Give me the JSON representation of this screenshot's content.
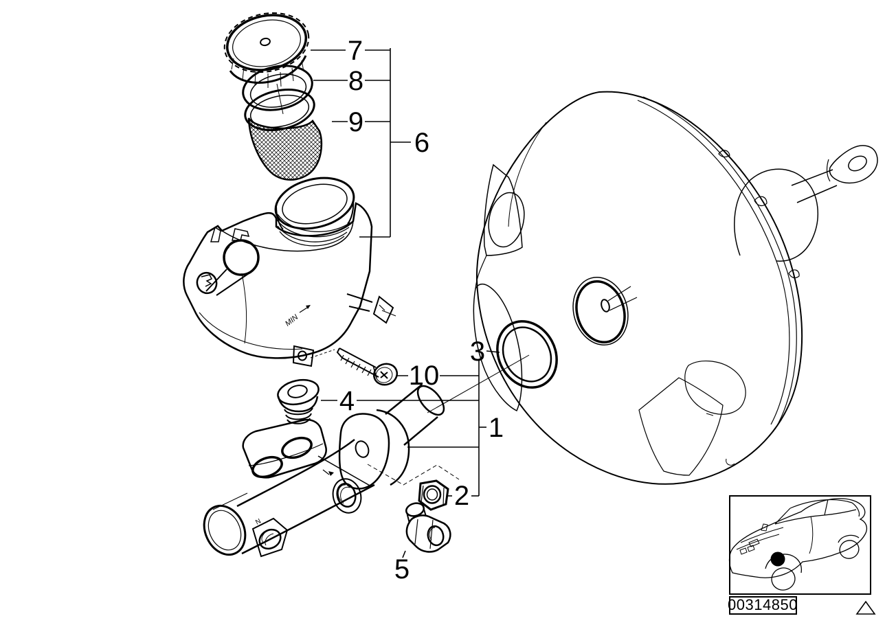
{
  "callouts": {
    "c1": "1",
    "c2": "2",
    "c3": "3",
    "c4": "4",
    "c5": "5",
    "c6": "6",
    "c7": "7",
    "c8": "8",
    "c9": "9",
    "c10": "10"
  },
  "markings": {
    "reservoir_level": "MIN",
    "cylinder_stamp": "N"
  },
  "footer": {
    "image_number": "00314850"
  }
}
